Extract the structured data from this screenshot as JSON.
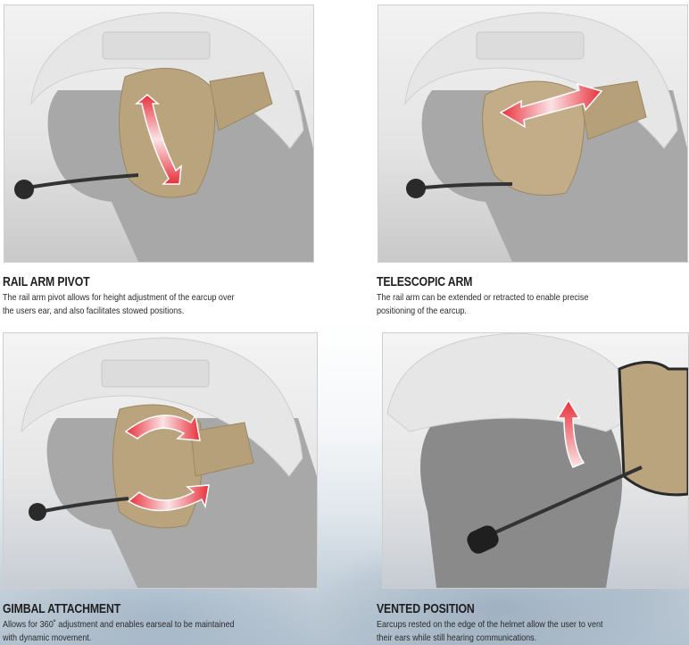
{
  "features": [
    {
      "title": "RAIL ARM PIVOT",
      "description_line1": "The rail arm pivot allows for height adjustment of the earcup over",
      "description_line2": "the users ear, and also facilitates stowed positions.",
      "image": "headset-rail-arm-pivot-side-view",
      "arrow": "vertical-curved-double-arrow"
    },
    {
      "title": "TELESCOPIC ARM",
      "description_line1": "The rail arm can be extended or retracted to enable precise",
      "description_line2": "positioning of the earcup.",
      "image": "headset-telescopic-arm-side-view",
      "arrow": "horizontal-double-arrow"
    },
    {
      "title": "GIMBAL ATTACHMENT",
      "description_line1": "Allows for 360˚ adjustment and enables earseal to be maintained",
      "description_line2": "with dynamic movement.",
      "image": "headset-gimbal-attachment-side-view",
      "arrow": "rotation-arrows"
    },
    {
      "title": "VENTED POSITION",
      "description_line1": "Earcups rested on the edge of the helmet allow the user to vent",
      "description_line2": "their ears while still hearing communications.",
      "image": "headset-vented-position-front-view",
      "arrow": "upward-arrow"
    }
  ],
  "colors": {
    "earcup_tan": "#b9a47e",
    "arrow_red": "#e8404a",
    "helmet_gray": "#e2e2e2",
    "mannequin_gray": "#9a9a9a",
    "heading_text": "#1f1f1f",
    "body_text": "#2a2a2a"
  }
}
